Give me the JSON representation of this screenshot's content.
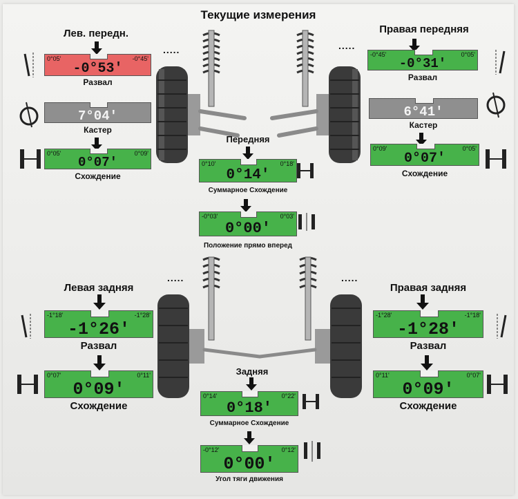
{
  "title": "Текущие измерения",
  "colors": {
    "green": "#47b24a",
    "red": "#e86464",
    "gray": "#8f8f8f"
  },
  "dots": ".....",
  "front": {
    "left_label": "Лев. передн.",
    "right_label": "Правая передняя",
    "section_label": "Передняя",
    "left": {
      "camber": {
        "value": "-0°53'",
        "min": "0°05'",
        "max": "-0°45'",
        "label": "Развал",
        "status": "out-of-range"
      },
      "caster": {
        "value": "7°04'",
        "label": "Кастер",
        "status": "no-spec"
      },
      "toe": {
        "value": "0°07'",
        "min": "0°05'",
        "max": "0°09'",
        "label": "Схождение",
        "status": "ok"
      }
    },
    "right": {
      "camber": {
        "value": "-0°31'",
        "min": "-0°45'",
        "max": "0°05'",
        "label": "Развал",
        "status": "ok"
      },
      "caster": {
        "value": "6°41'",
        "label": "Кастер",
        "status": "no-spec"
      },
      "toe": {
        "value": "0°07'",
        "min": "0°09'",
        "max": "0°05'",
        "label": "Схождение",
        "status": "ok"
      }
    },
    "total_toe": {
      "value": "0°14'",
      "min": "0°10'",
      "max": "0°18'",
      "label": "Суммарное Схождение"
    },
    "straight_ahead": {
      "value": "0°00'",
      "min": "-0°03'",
      "max": "0°03'",
      "label": "Положение прямо вперед"
    }
  },
  "rear": {
    "left_label": "Левая задняя",
    "right_label": "Правая задняя",
    "section_label": "Задняя",
    "left": {
      "camber": {
        "value": "-1°26'",
        "min": "-1°18'",
        "max": "-1°28'",
        "label": "Развал"
      },
      "toe": {
        "value": "0°09'",
        "min": "0°07'",
        "max": "0°11'",
        "label": "Схождение"
      }
    },
    "right": {
      "camber": {
        "value": "-1°28'",
        "min": "-1°28'",
        "max": "-1°18'",
        "label": "Развал"
      },
      "toe": {
        "value": "0°09'",
        "min": "0°11'",
        "max": "0°07'",
        "label": "Схождение"
      }
    },
    "total_toe": {
      "value": "0°18'",
      "min": "0°14'",
      "max": "0°22'",
      "label": "Суммарное Схождение"
    },
    "thrust_angle": {
      "value": "0°00'",
      "min": "-0°12'",
      "max": "0°12'",
      "label": "Угол тяги движения"
    }
  }
}
